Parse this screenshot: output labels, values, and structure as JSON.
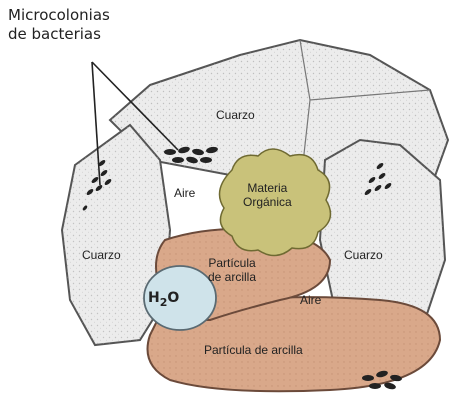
{
  "caption": {
    "microcolonies": "Microcolonias\nde bacterias"
  },
  "labels": {
    "quartz_top": "Cuarzo",
    "quartz_left": "Cuarzo",
    "quartz_right": "Cuarzo",
    "air_upper": "Aire",
    "air_lower": "Aire",
    "organic_matter": "Materia\nOrgánica",
    "clay_upper": "Partícula\nde arcilla",
    "clay_lower": "Partícula de arcilla",
    "water_main": "H",
    "water_sub": "2",
    "water_tail": "O"
  },
  "colors": {
    "quartz": "#ececec",
    "clay": "#d9a88a",
    "organic": "#c9c27a",
    "water": "#cfe3ea",
    "bacteria": "#222222"
  }
}
